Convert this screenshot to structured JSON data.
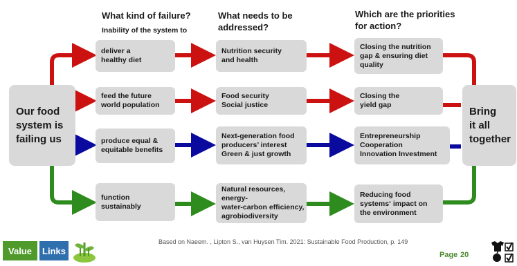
{
  "headers": {
    "failure_title": "What kind of failure?",
    "failure_subtitle": "Inability of the system to",
    "needs_title": "What needs to be\naddressed?",
    "priorities_title": "Which are the priorities\nfor action?"
  },
  "left_box": "Our food\nsystem is\nfailing us",
  "right_box": "Bring\nit all\ntogether",
  "rows": [
    {
      "color": "#cc1111",
      "failure": "deliver a\nhealthy diet",
      "need": "Nutrition security\nand health",
      "priority": "Closing the nutrition\ngap & ensuring diet\nquality"
    },
    {
      "color": "#cc1111",
      "failure": "feed the future\nworld population",
      "need": "Food security\nSocial justice",
      "priority": "Closing the\nyield gap"
    },
    {
      "color": "#0a0a9e",
      "failure": "produce equal &\nequitable benefits",
      "need": "Next-generation food\nproducers’ interest\nGreen & just growth",
      "priority": "Entrepreneurship\nCooperation\nInnovation Investment"
    },
    {
      "color": "#2e8b1e",
      "failure": "function\nsustainably",
      "need": "Natural resources, energy-\nwater-carbon efficiency,\nagrobiodiversity",
      "priority": "Reducing food\nsystems‘ impact on\nthe environment"
    }
  ],
  "footer": {
    "citation": "Based on Naeem. , Lipton S., van Huysen Tim. 2021: Sustainable Food Production, p. 149",
    "page_label": "Page",
    "page_number": "20",
    "logo_value": "Value",
    "logo_links": "Links"
  },
  "icons": [
    "plant-icon",
    "tshirt-icon",
    "apple-icon",
    "checkbox-icon"
  ]
}
